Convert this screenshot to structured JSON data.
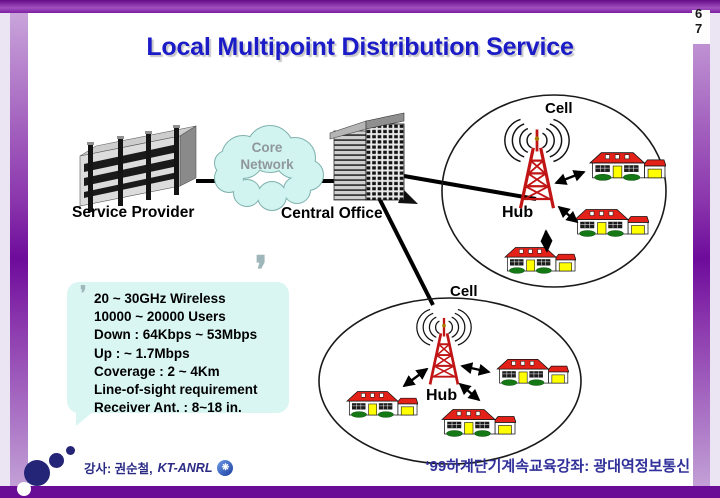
{
  "page_numbers": [
    "6",
    "7"
  ],
  "title": "Local Multipoint Distribution Service",
  "diagram": {
    "service_provider_label": "Service Provider",
    "central_office_label": "Central Office",
    "core_network_line1": "Core",
    "core_network_line2": "Network",
    "cell_top_label": "Cell",
    "cell_bottom_label": "Cell",
    "hub_top_label": "Hub",
    "hub_bottom_label": "Hub"
  },
  "specs": {
    "lines": [
      "20 ~ 30GHz Wireless",
      "10000 ~ 20000 Users",
      "Down : 64Kbps ~ 53Mbps",
      "Up : ~ 1.7Mbps",
      "Coverage : 2 ~ 4Km",
      "Line-of-sight requirement",
      "Receiver Ant. : 8~18 in."
    ]
  },
  "footer": {
    "instructor": "강사: 권순철,",
    "org": "KT-ANRL",
    "course": "‘99하계단기계속교육강좌: 광대역정보통신"
  },
  "icons": {
    "quote_small": "❜",
    "quote_large": "❜",
    "badge_glyph": "❋"
  },
  "colors": {
    "title_blue": "#1b1bc8",
    "frame_purple": "#6d0b9b",
    "cloud_fill": "#d2f4f0",
    "specs_fill": "#d9f6f3",
    "footer_navy": "#2b2b86",
    "house_red": "#e32119",
    "tower_red": "#c11414"
  }
}
